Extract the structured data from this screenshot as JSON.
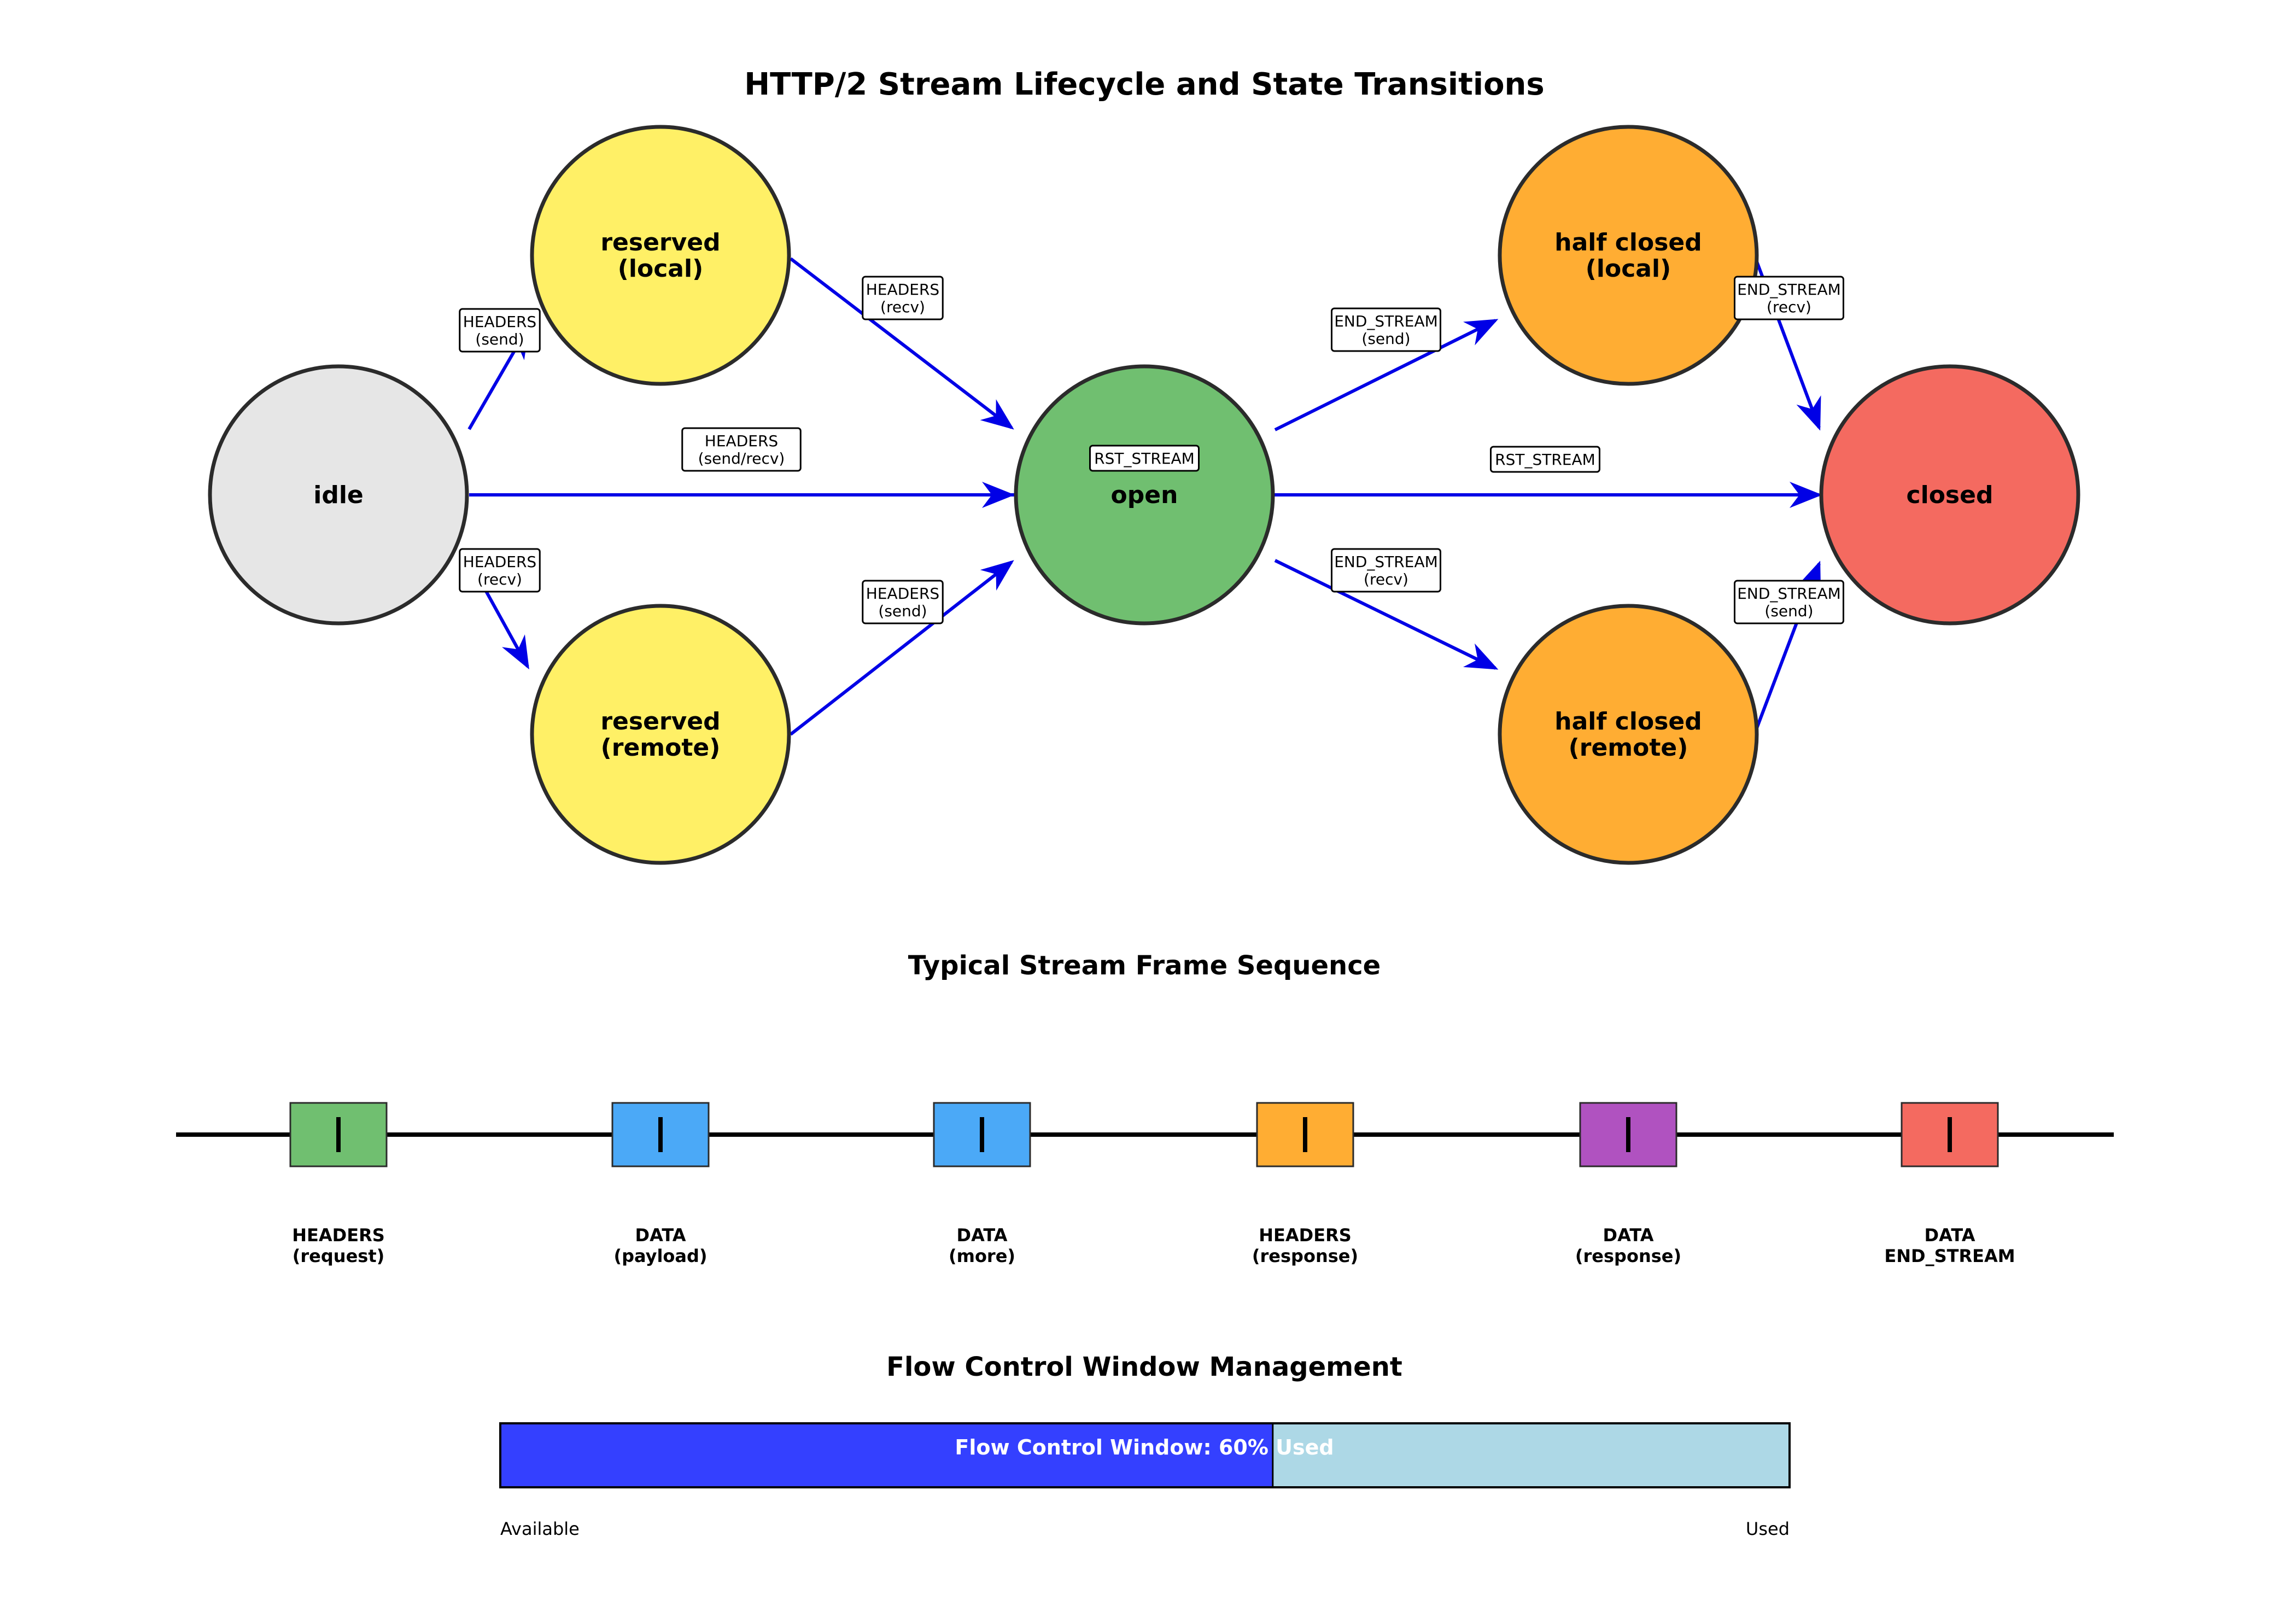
{
  "title": "HTTP/2 Stream Lifecycle and State Transitions",
  "colors": {
    "edge": "#0000e6",
    "idle": "#e6e6e6",
    "reserved": "#fff066",
    "open": "#70bf70",
    "half_closed": "#ffad33",
    "closed": "#f46a60",
    "frame_headers": "#70bf70",
    "frame_data": "#4ba9f7",
    "frame_headers_response": "#ffad33",
    "frame_data_response": "#b052c0",
    "frame_end": "#f46a60",
    "bar_used": "#3440ff",
    "bar_free": "#add8e6"
  },
  "states": [
    {
      "id": "idle",
      "lines": [
        "idle"
      ],
      "color": "idle"
    },
    {
      "id": "reserved_local",
      "lines": [
        "reserved",
        "(local)"
      ],
      "color": "reserved"
    },
    {
      "id": "reserved_remote",
      "lines": [
        "reserved",
        "(remote)"
      ],
      "color": "reserved"
    },
    {
      "id": "open",
      "lines": [
        "open"
      ],
      "color": "open"
    },
    {
      "id": "half_closed_local",
      "lines": [
        "half closed",
        "(local)"
      ],
      "color": "half_closed"
    },
    {
      "id": "half_closed_remote",
      "lines": [
        "half closed",
        "(remote)"
      ],
      "color": "half_closed"
    },
    {
      "id": "closed",
      "lines": [
        "closed"
      ],
      "color": "closed"
    }
  ],
  "transitions": [
    {
      "from": "idle",
      "to": "reserved_local",
      "label": [
        "HEADERS",
        "(send)"
      ]
    },
    {
      "from": "idle",
      "to": "reserved_remote",
      "label": [
        "HEADERS",
        "(recv)"
      ]
    },
    {
      "from": "idle",
      "to": "open",
      "label": [
        "HEADERS",
        "(send/recv)"
      ]
    },
    {
      "from": "reserved_local",
      "to": "open",
      "label": [
        "HEADERS",
        "(recv)"
      ]
    },
    {
      "from": "reserved_remote",
      "to": "open",
      "label": [
        "HEADERS",
        "(send)"
      ]
    },
    {
      "from": "open",
      "to": "half_closed_local",
      "label": [
        "END_STREAM",
        "(send)"
      ]
    },
    {
      "from": "open",
      "to": "half_closed_remote",
      "label": [
        "END_STREAM",
        "(recv)"
      ]
    },
    {
      "from": "half_closed_local",
      "to": "closed",
      "label": [
        "END_STREAM",
        "(recv)"
      ]
    },
    {
      "from": "half_closed_remote",
      "to": "closed",
      "label": [
        "END_STREAM",
        "(send)"
      ]
    },
    {
      "from": "open",
      "to": "closed",
      "label": [
        "RST_STREAM"
      ]
    }
  ],
  "open_reset_label": "RST_STREAM",
  "frame_sequence": {
    "title": "Typical Stream Frame Sequence",
    "frames": [
      {
        "lines": [
          "HEADERS",
          "(request)"
        ],
        "color": "frame_headers"
      },
      {
        "lines": [
          "DATA",
          "(payload)"
        ],
        "color": "frame_data"
      },
      {
        "lines": [
          "DATA",
          "(more)"
        ],
        "color": "frame_data"
      },
      {
        "lines": [
          "HEADERS",
          "(response)"
        ],
        "color": "frame_headers_response"
      },
      {
        "lines": [
          "DATA",
          "(response)"
        ],
        "color": "frame_data_response"
      },
      {
        "lines": [
          "DATA",
          "END_STREAM"
        ],
        "color": "frame_end"
      }
    ]
  },
  "flow_control": {
    "title": "Flow Control Window Management",
    "bar_text": "Flow Control Window: 60% Used",
    "used_fraction": 0.6,
    "left_label": "Available",
    "right_label": "Used"
  }
}
